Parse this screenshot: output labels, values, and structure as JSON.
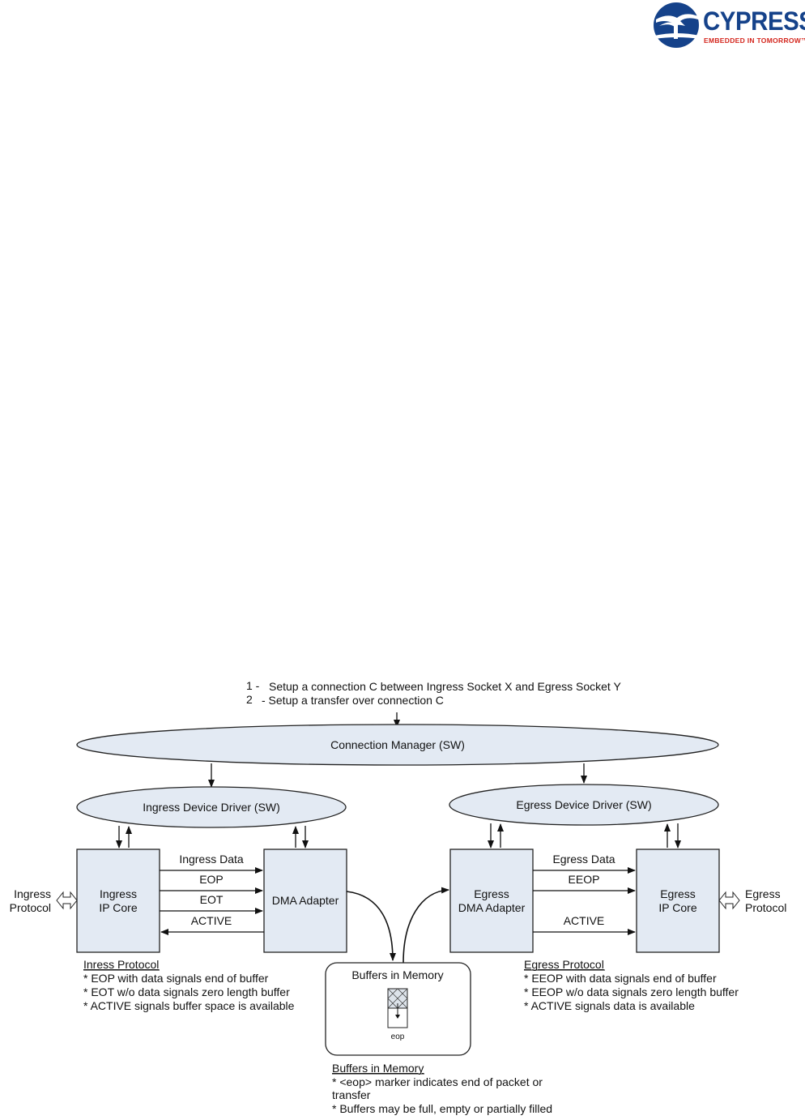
{
  "logo": {
    "brand": "CYPRESS",
    "tagline": "EMBEDDED IN TOMORROW",
    "trademark": "™"
  },
  "colors": {
    "fill": "#e3eaf3",
    "stroke": "#222222",
    "logo_blue": "#15428a",
    "logo_red": "#d4271e"
  },
  "steps": [
    {
      "num": "1 -",
      "text": "Setup a connection C between Ingress Socket X and Egress Socket Y"
    },
    {
      "num": "2",
      "text": "- Setup a  transfer over connection C"
    }
  ],
  "ellipses": {
    "connection_manager": "Connection Manager (SW)",
    "ingress_driver": "Ingress Device Driver (SW)",
    "egress_driver": "Egress Device Driver (SW)"
  },
  "boxes": {
    "ingress_ip": [
      "Ingress",
      "IP Core"
    ],
    "dma_adapter": [
      "DMA Adapter"
    ],
    "egress_dma": [
      "Egress",
      "DMA Adapter"
    ],
    "egress_ip": [
      "Egress",
      "IP Core"
    ]
  },
  "protocols": {
    "ingress": [
      "Ingress",
      "Protocol"
    ],
    "egress": [
      "Egress",
      "Protocol"
    ]
  },
  "ingress_signals": [
    "Ingress Data",
    "EOP",
    "EOT",
    "ACTIVE"
  ],
  "egress_signals": [
    "Egress Data",
    "EEOP",
    "ACTIVE"
  ],
  "memory": {
    "title": "Buffers in Memory",
    "marker": "eop"
  },
  "notes": {
    "ingress": {
      "heading": "Inress Protocol",
      "lines": [
        "* EOP with data signals end of buffer",
        "* EOT w/o data signals zero length buffer",
        "* ACTIVE signals buffer space is available"
      ]
    },
    "egress": {
      "heading": "Egress Protocol",
      "lines": [
        "* EEOP with data signals end of buffer",
        "* EEOP w/o data signals zero length buffer",
        "* ACTIVE signals data is available"
      ]
    },
    "memory": {
      "heading": "Buffers in Memory",
      "lines": [
        "* <eop> marker indicates end of packet or",
        "transfer",
        "* Buffers may be full, empty or partially filled"
      ]
    }
  }
}
